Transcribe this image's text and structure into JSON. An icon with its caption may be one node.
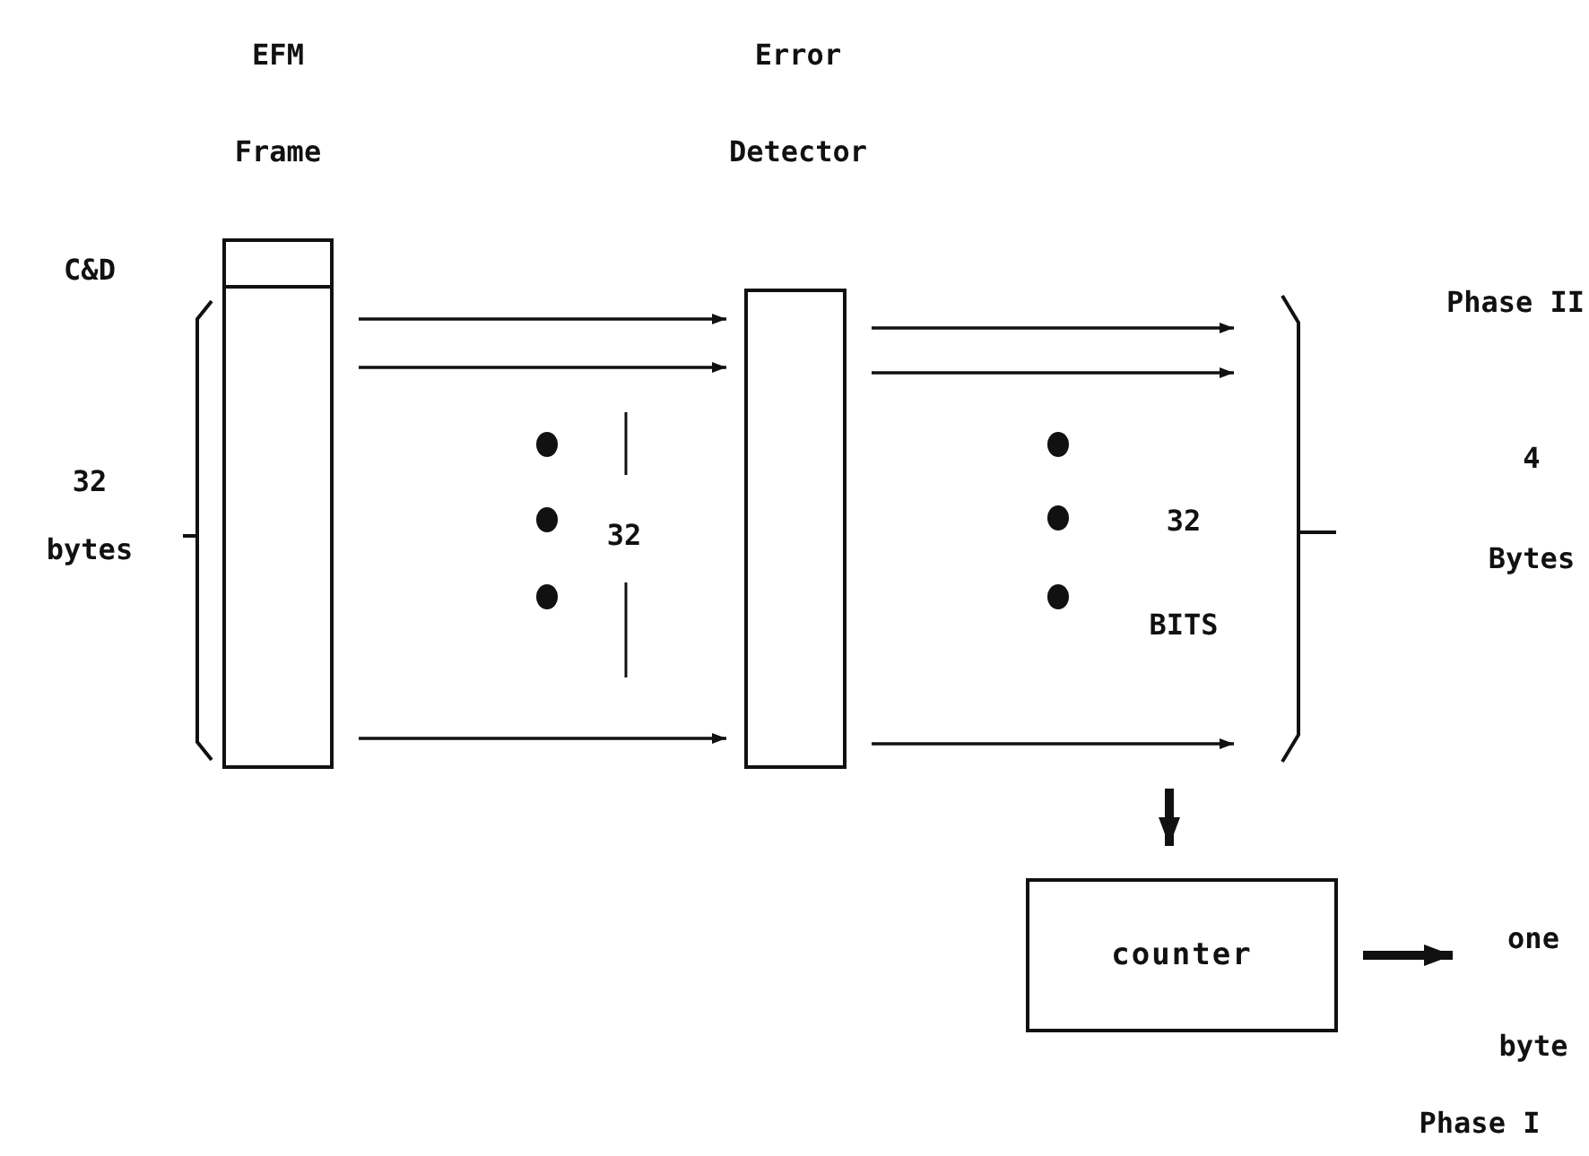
{
  "diagram": {
    "nodes": [
      {
        "text": [
          "EFM Frame"
        ]
      },
      {
        "text": [
          "C&D"
        ],
        "in": 0
      },
      {
        "text": [
          "Error Detector"
        ]
      },
      {
        "text": [
          "counter"
        ]
      },
      {
        "text": [
          "one byte"
        ]
      }
    ],
    "edges": [
      {
        "from": 0,
        "to": 2,
        "arrow": "to"
      },
      {
        "from": 0,
        "to": 2,
        "arrow": "to"
      },
      {
        "from": 0,
        "to": 2,
        "arrow": "to"
      },
      {
        "from": 2,
        "to": null,
        "arrow": "to"
      },
      {
        "from": 2,
        "to": null,
        "arrow": "to"
      },
      {
        "from": 2,
        "to": null,
        "arrow": "to"
      },
      {
        "from": null,
        "to": 3,
        "arrow": "to",
        "style": "thick"
      },
      {
        "from": 3,
        "to": 4,
        "arrow": "to",
        "style": "thick"
      }
    ],
    "labels": [
      "Phase II",
      "32 bytes",
      "32",
      "32 BITS",
      "4 Bytes",
      "Phase I"
    ]
  }
}
